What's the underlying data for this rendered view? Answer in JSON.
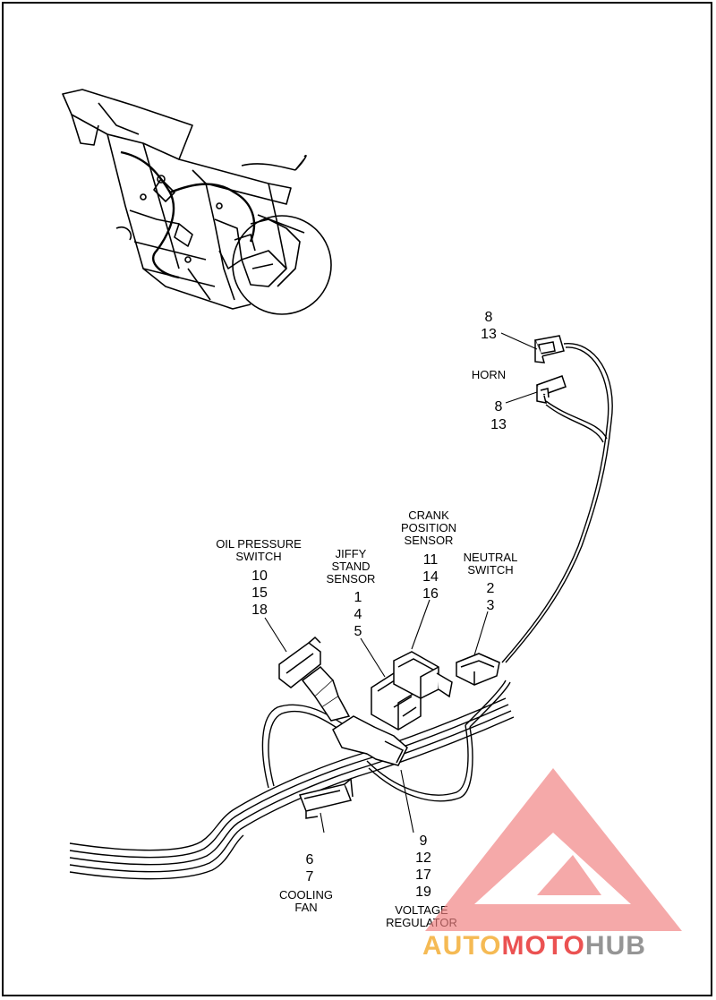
{
  "labels": {
    "horn": {
      "caption": [
        "HORN"
      ],
      "numbers_top": [
        "8",
        "13"
      ],
      "numbers_bottom": [
        "8",
        "13"
      ]
    },
    "crank": {
      "caption": [
        "CRANK",
        "POSITION",
        "SENSOR"
      ],
      "numbers": [
        "11",
        "14",
        "16"
      ]
    },
    "neutral": {
      "caption": [
        "NEUTRAL",
        "SWITCH"
      ],
      "numbers": [
        "2",
        "3"
      ]
    },
    "jiffy": {
      "caption": [
        "JIFFY",
        "STAND",
        "SENSOR"
      ],
      "numbers": [
        "1",
        "4",
        "5"
      ]
    },
    "oil": {
      "caption": [
        "OIL PRESSURE",
        "SWITCH"
      ],
      "numbers": [
        "10",
        "15",
        "18"
      ]
    },
    "fan": {
      "numbers": [
        "6",
        "7"
      ],
      "caption": [
        "COOLING",
        "FAN"
      ]
    },
    "regulator": {
      "numbers": [
        "9",
        "12",
        "17",
        "19"
      ],
      "caption": [
        "VOLTAGE",
        "REGULATOR"
      ]
    }
  },
  "watermark": {
    "part1": "AUTO",
    "part2": "MOTO",
    "part3": "HUB",
    "colors": {
      "orange": "#f5b342",
      "red": "#e94040",
      "gray": "#8a8a8a",
      "triangle": "#f08080"
    }
  }
}
